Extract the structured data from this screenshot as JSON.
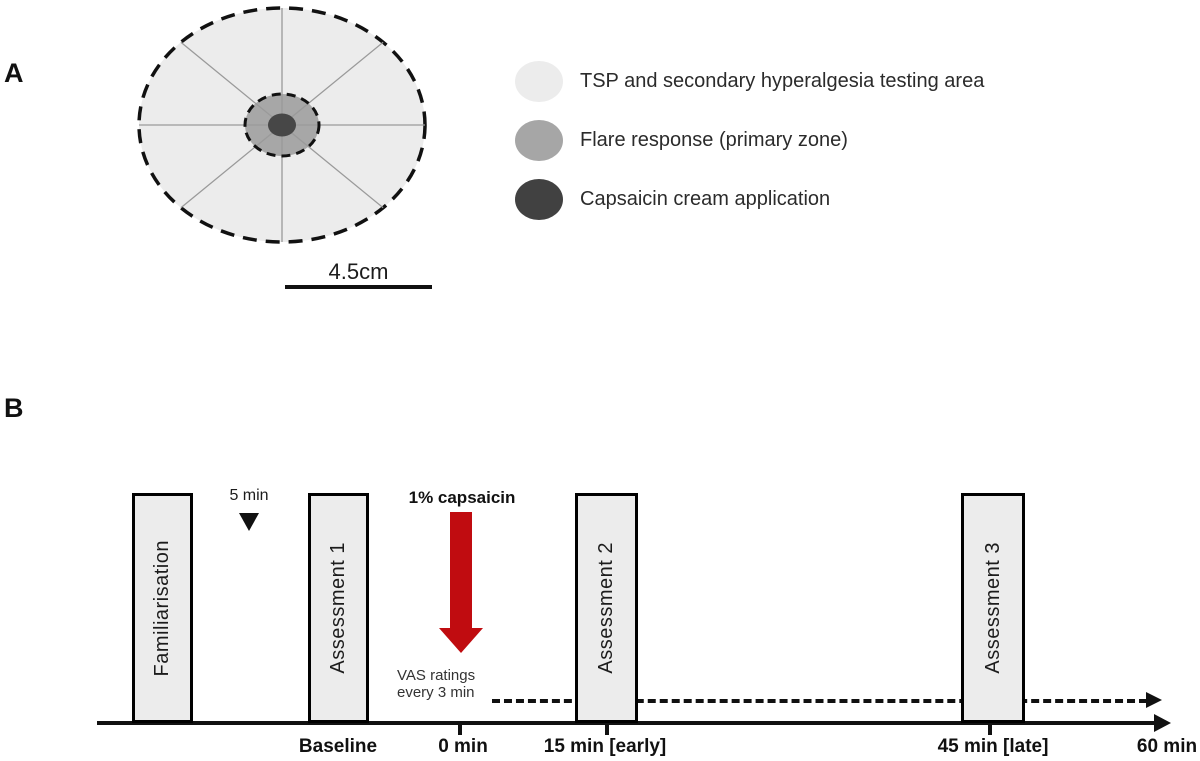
{
  "panel_a": {
    "label": "A",
    "scale_bar_label": "4.5cm",
    "diagram": {
      "outer_zone_color": "#ececec",
      "outer_border_color": "#111111",
      "sector_line_color": "#9a9a9a",
      "flare_zone_color": "#a7a7a7",
      "capsaicin_dot_color": "#474747",
      "sectors": 8
    },
    "legend": [
      {
        "label": "TSP and secondary hyperalgesia testing area",
        "color": "#ececec"
      },
      {
        "label": "Flare response (primary zone)",
        "color": "#a6a6a6"
      },
      {
        "label": "Capsaicin cream application",
        "color": "#414141"
      }
    ]
  },
  "panel_b": {
    "label": "B",
    "bars": [
      {
        "label": "Familiarisation"
      },
      {
        "label": "Assessment 1"
      },
      {
        "label": "Assessment 2"
      },
      {
        "label": "Assessment 3"
      }
    ],
    "five_min_label": "5 min",
    "capsaicin_arrow_label": "1% capsaicin",
    "capsaicin_arrow_color": "#c00c10",
    "vas_note_line1": "VAS ratings",
    "vas_note_line2": "every 3 min",
    "timeline_labels": [
      {
        "label": "Baseline"
      },
      {
        "label": "0 min"
      },
      {
        "label": "15 min [early]"
      },
      {
        "label": "45 min [late]"
      },
      {
        "label": "60 min"
      }
    ]
  }
}
